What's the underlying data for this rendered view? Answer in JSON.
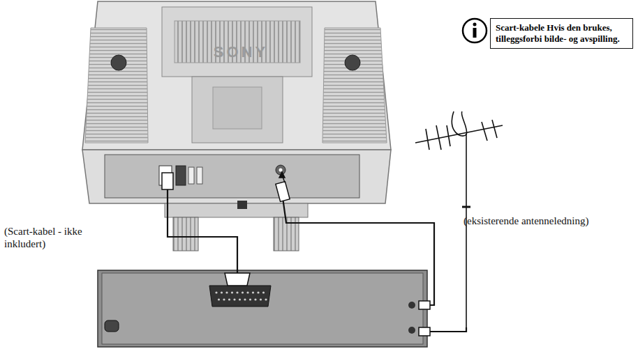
{
  "diagram": {
    "nodes": [
      {
        "text": [
          "Scart-kabele Hvis den brukes, tilleggsforbi bilde- og avspilling."
        ]
      }
    ],
    "labels": [
      "SONY",
      "(eksisterende antenneledning)",
      "(Scart-kabel - ikke inkludert)"
    ]
  }
}
